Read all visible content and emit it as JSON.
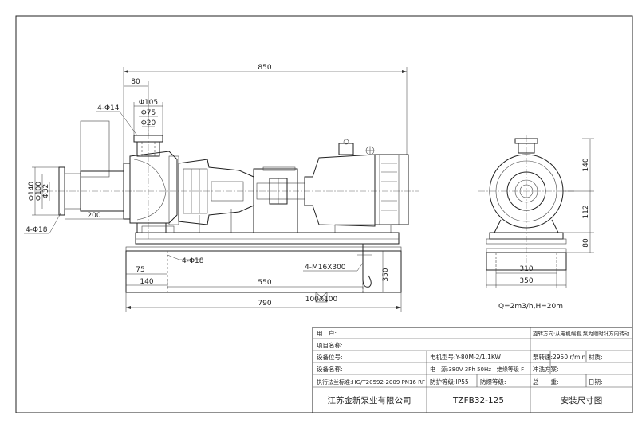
{
  "dimensions": {
    "total_length": "850",
    "inlet_offset": "80",
    "flange_outer_dia": "Φ105",
    "flange_bolt_dia": "Φ75",
    "flange_bore_dia": "Φ20",
    "outlet_holes": "4-Φ14",
    "inlet_outer_dia": "Φ140",
    "inlet_bolt_dia": "Φ100",
    "inlet_bore_dia": "Φ32",
    "inlet_holes": "4-Φ18",
    "inlet_extension": "200",
    "base_hole_offset": "75",
    "base_holes": "4-Φ18",
    "anchor_bolts": "4-M16X300",
    "base_left_offset": "140",
    "bolt_span": "550",
    "base_length": "790",
    "foundation_depth": "350",
    "grout_block": "100X100",
    "side_top": "140",
    "side_mid": "112",
    "side_bottom": "80",
    "side_inner_width": "310",
    "side_outer_width": "350",
    "performance": "Q=2m3/h,H=20m"
  },
  "title_block": {
    "user_label": "用　户:",
    "project_label": "项目名称:",
    "equipment_no_label": "设备位号:",
    "equipment_name_label": "设备名称:",
    "standard": "执行法兰标准:HG/T20592-2009 PN16 RF",
    "company": "江苏金新泵业有限公司",
    "motor_model": "电机型号:Y-80M-2/1.1KW",
    "power_supply": "电　源:380V 3Ph 50Hz　绝缘等级 F",
    "protection": "防护等级:IP55",
    "explosion_label": "防爆等级:",
    "model": "TZFB32-125",
    "rotation": "旋转方向:从电机端看,泵为顺时针方向转动",
    "speed_label": "泵转速:",
    "speed_value": "2950 r/min",
    "material_label": "材质:",
    "flush_label": "冲洗方案:",
    "total_label": "总　　重:",
    "date_label": "日期:",
    "drawing_title": "安装尺寸图"
  }
}
